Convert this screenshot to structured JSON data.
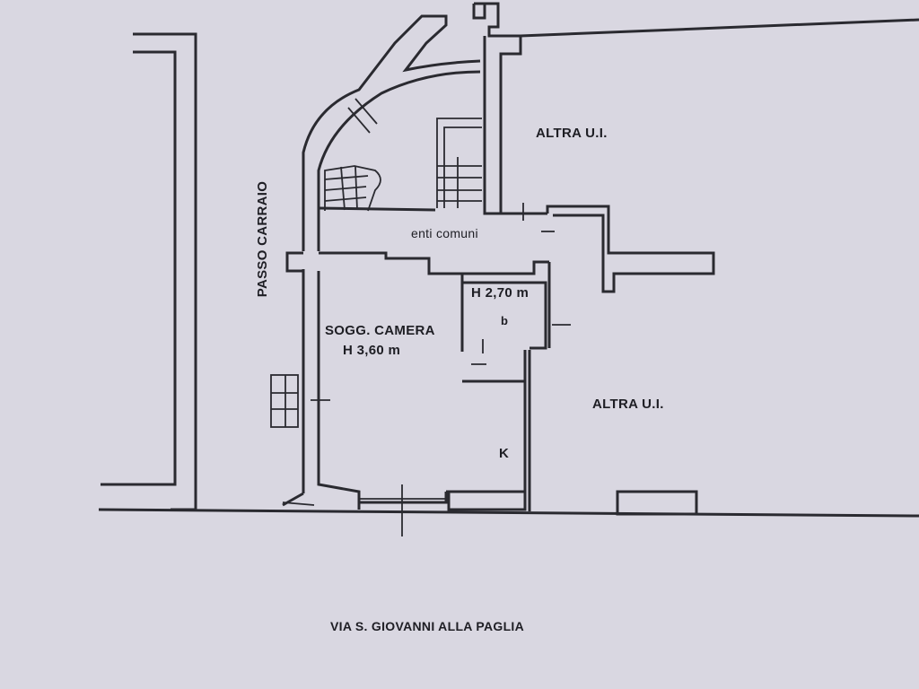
{
  "labels": {
    "passo_carraio": "PASSO CARRAIO",
    "altra_ui_top": "ALTRA U.I.",
    "altra_ui_right": "ALTRA U.I.",
    "enti_comuni": "enti comuni",
    "bathroom_height": "H 2,70 m",
    "bathroom_letter": "b",
    "room_name": "SOGG. CAMERA",
    "room_height": "H 3,60 m",
    "kitchen_letter": "K",
    "street_name": "VIA S. GIOVANNI ALLA PAGLIA"
  },
  "colors": {
    "paper": "#d9d7e1",
    "ink": "#2a2a30"
  }
}
